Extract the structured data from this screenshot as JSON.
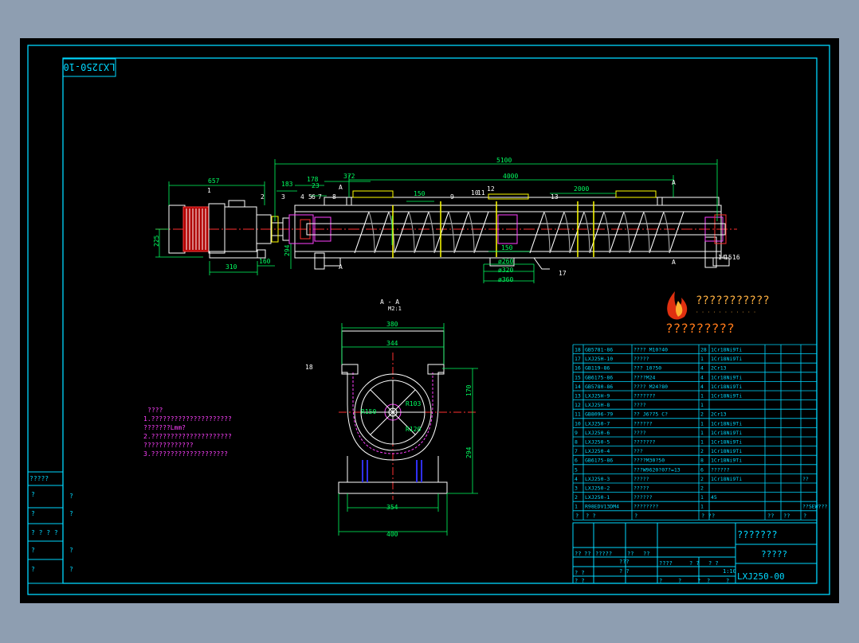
{
  "drawing": {
    "corner_tag": "LXJ250-10",
    "section_label": "A - A",
    "section_scale": "M2:1",
    "logo_text": "???????????",
    "logo_sub_text": "· · · · · · · · · · ·",
    "watermark_text": "?????????",
    "notes_title": "????",
    "notes": [
      "1.?????????????????????",
      "  ???????Lmm?",
      "2.?????????????????????",
      "  ?????????????",
      "3.????????????????????"
    ],
    "left_strip": [
      "?????",
      "?",
      "?",
      "? ? ? ?",
      "?",
      "?"
    ],
    "left_strip_marks": [
      "?",
      "?",
      "?",
      "?"
    ]
  },
  "dimensions": {
    "d5100": "5100",
    "d4000": "4000",
    "d2000": "2000",
    "d657": "657",
    "d183": "183",
    "d178": "178",
    "d372": "372",
    "d23": "23",
    "d150a": "150",
    "d150b": "150",
    "d225": "225",
    "d294a": "294",
    "d310": "310",
    "d160": "160",
    "d260": "ø260",
    "d320": "ø320",
    "d360": "ø360",
    "d380": "380",
    "d344": "344",
    "d354": "354",
    "d400": "400",
    "d170": "170",
    "d294b": "294",
    "r150": "R150",
    "r103": "R103",
    "r120": "R120"
  },
  "parts_labels": [
    "1",
    "2",
    "3",
    "4",
    "5",
    "6",
    "7",
    "8",
    "9",
    "10",
    "11",
    "12",
    "13",
    "14",
    "15",
    "16",
    "17",
    "18"
  ],
  "bom": [
    [
      "18",
      "GB5781-86",
      "???? M10?40",
      "28",
      "1Cr18Ni9Ti"
    ],
    [
      "17",
      "LXJ25H-10",
      "?????",
      "1",
      "1Cr18Ni9Ti"
    ],
    [
      "16",
      "GB119-86",
      "???  10?50",
      "4",
      "2Cr13"
    ],
    [
      "15",
      "GB6175-86",
      "????M24",
      "4",
      "1Cr18Ni9Ti"
    ],
    [
      "14",
      "GB5780-86",
      "???? M24?80",
      "4",
      "1Cr18Ni9Ti"
    ],
    [
      "13",
      "LXJ25H-9",
      "???????",
      "1",
      "1Cr18Ni9Ti"
    ],
    [
      "12",
      "LXJ25H-8",
      "????",
      "1",
      ""
    ],
    [
      "11",
      "GB8096-79",
      "?? J6?75 C?",
      "2",
      "2Cr13"
    ],
    [
      "10",
      "LXJ250-7",
      "??????",
      "1",
      "1Cr18Ni9Ti"
    ],
    [
      "9",
      "LXJ250-6",
      "????",
      "1",
      "1Cr18Ni9Ti"
    ],
    [
      "8",
      "LXJ250-5",
      "???????",
      "1",
      "1Cr18Ni9Ti"
    ],
    [
      "7",
      "LXJ250-4",
      "???",
      "2",
      "1Cr18Ni9Ti"
    ],
    [
      "6",
      "GB6175-86",
      "????M30?50",
      "8",
      "1Cr18Ni9Ti"
    ],
    [
      "5",
      "",
      "???W9620?07?=13",
      "6",
      "??????"
    ],
    [
      "4",
      "LXJ250-3",
      "?????",
      "2",
      "1Cr18Ni9Ti"
    ],
    [
      "3",
      "LXJ250-2",
      "?????",
      "2",
      ""
    ],
    [
      "2",
      "LXJ250-1",
      "??????",
      "1",
      "45"
    ],
    [
      "1",
      "R98EDV13DM4",
      "????????",
      "1",
      ""
    ]
  ],
  "bom_extra": {
    "row5": "??",
    "row1": "??SEW???"
  },
  "bom_header": [
    "?",
    "?  ?",
    "?",
    "? ?",
    "?",
    "??",
    "??",
    "?"
  ],
  "title_block": {
    "company": "???????",
    "name": "?????",
    "drawing_no": "LXJ250-00",
    "scale": "1:10",
    "cells": [
      "??",
      "??",
      "?????",
      "??",
      "??",
      "???",
      "????",
      "? ?",
      "? ?",
      "? ?",
      "? ?",
      "? ?",
      "?",
      "?",
      "?",
      "?",
      "?"
    ]
  }
}
